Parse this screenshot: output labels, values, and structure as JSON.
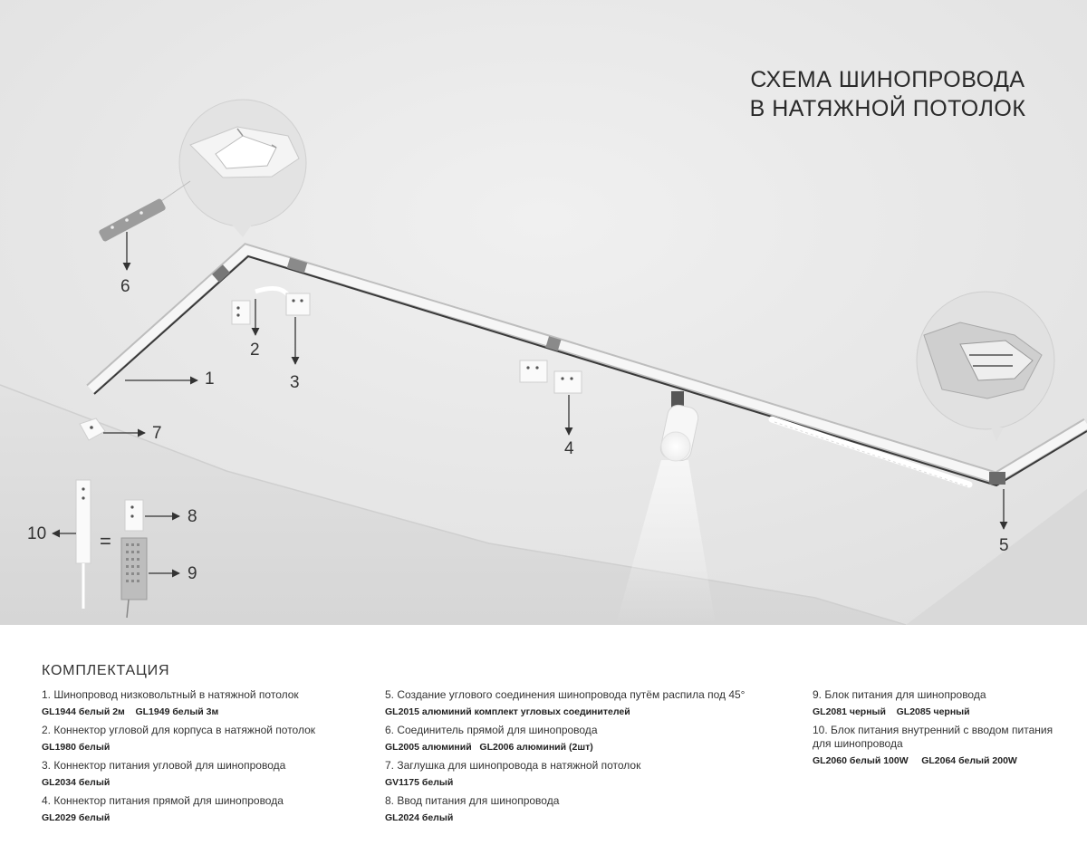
{
  "title_lines": [
    "СХЕМА ШИНОПРОВОДА",
    "В НАТЯЖНОЙ ПОТОЛОК"
  ],
  "markers": [
    "1",
    "2",
    "3",
    "4",
    "5",
    "6",
    "7",
    "8",
    "9",
    "10"
  ],
  "equals_sign": "=",
  "legend": {
    "heading": "КОМПЛЕКТАЦИЯ",
    "columns": [
      [
        {
          "title": "1. Шинопровод низковольтный в натяжной потолок",
          "code": "GL1944 белый 2м    GL1949 белый 3м"
        },
        {
          "title": "2. Коннектор угловой для корпуса в натяжной потолок",
          "code": "GL1980 белый"
        },
        {
          "title": "3. Коннектор питания угловой для шинопровода",
          "code": "GL2034 белый"
        },
        {
          "title": "4. Коннектор питания прямой для шинопровода",
          "code": "GL2029 белый"
        }
      ],
      [
        {
          "title": "5. Создание углового соединения шинопровода путём распила под 45°",
          "code": "GL2015 алюминий комплект угловых соединителей"
        },
        {
          "title": "6. Соединитель прямой для шинопровода",
          "code": "GL2005 алюминий   GL2006 алюминий (2шт)"
        },
        {
          "title": "7. Заглушка для шинопровода в натяжной потолок",
          "code": "GV1175 белый"
        },
        {
          "title": "8. Ввод питания для шинопровода",
          "code": "GL2024 белый"
        }
      ],
      [
        {
          "title": "9. Блок питания для шинопровода",
          "code": "GL2081 черный    GL2085 черный"
        },
        {
          "title": "10. Блок питания внутренний с вводом питания для шинопровода",
          "code": "GL2060 белый 100W     GL2064 белый 200W"
        }
      ]
    ]
  },
  "colors": {
    "ceiling": "#e9e9e9",
    "wall": "#dcdcdc",
    "track": "#f4f4f4",
    "track_groove": "#3a3a3a",
    "arrow": "#333333"
  }
}
